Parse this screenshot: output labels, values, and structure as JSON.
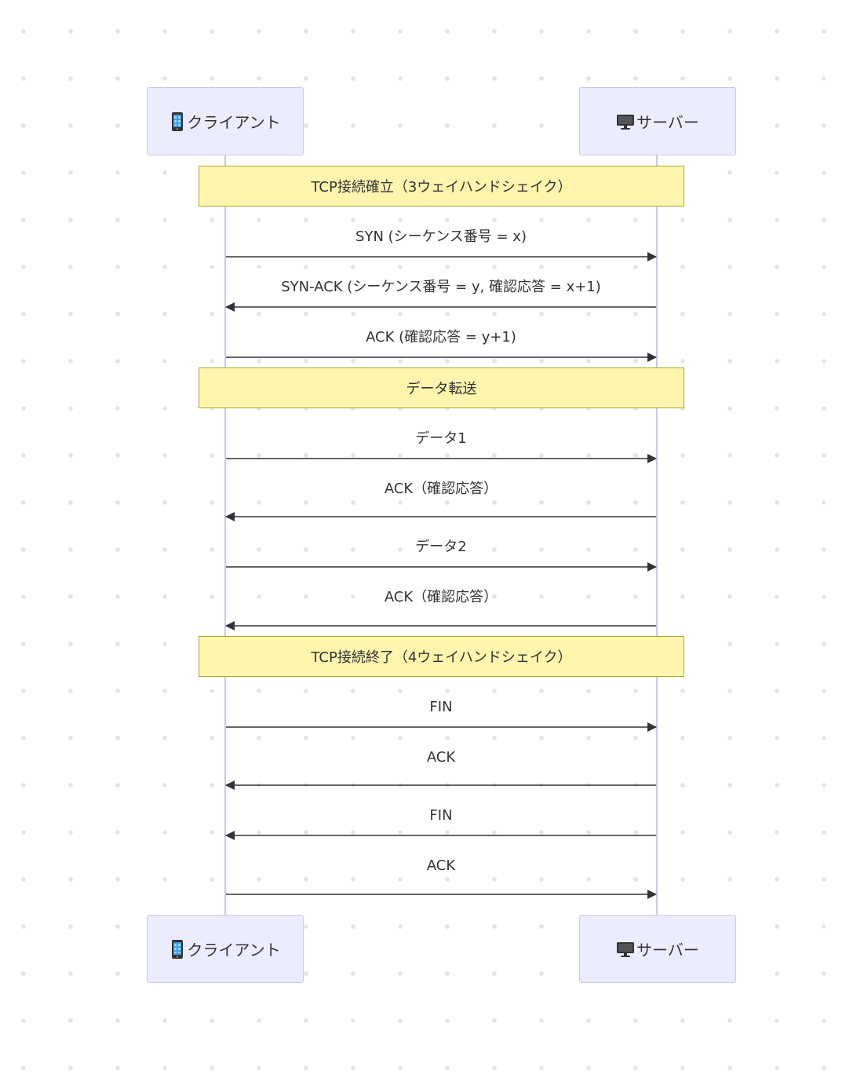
{
  "actors": {
    "client": {
      "label": "クライアント",
      "icon": "mobile-phone-icon"
    },
    "server": {
      "label": "サーバー",
      "icon": "desktop-computer-icon"
    }
  },
  "notes": [
    "TCP接続確立（3ウェイハンドシェイク）",
    "データ転送",
    "TCP接続終了（4ウェイハンドシェイク）"
  ],
  "messages": [
    {
      "label": "SYN (シーケンス番号 = x)",
      "from": "client",
      "to": "server"
    },
    {
      "label": "SYN-ACK (シーケンス番号 = y, 確認応答 = x+1)",
      "from": "server",
      "to": "client"
    },
    {
      "label": "ACK (確認応答 = y+1)",
      "from": "client",
      "to": "server"
    },
    {
      "label": "データ1",
      "from": "client",
      "to": "server"
    },
    {
      "label": "ACK（確認応答）",
      "from": "server",
      "to": "client"
    },
    {
      "label": "データ2",
      "from": "client",
      "to": "server"
    },
    {
      "label": "ACK（確認応答）",
      "from": "server",
      "to": "client"
    },
    {
      "label": "FIN",
      "from": "client",
      "to": "server"
    },
    {
      "label": "ACK",
      "from": "server",
      "to": "client"
    },
    {
      "label": "FIN",
      "from": "server",
      "to": "client"
    },
    {
      "label": "ACK",
      "from": "client",
      "to": "server"
    }
  ],
  "colors": {
    "actor_fill": "#ececff",
    "actor_border": "#c9c9ec",
    "note_fill": "#fff5ad",
    "note_border": "#aaaa33",
    "arrow": "#333333"
  }
}
